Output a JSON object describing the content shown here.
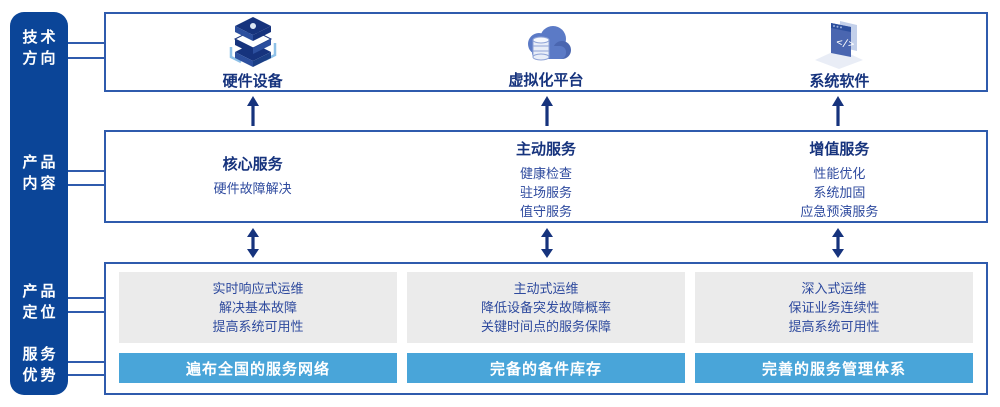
{
  "colors": {
    "sidebar_bg": "#0b4598",
    "box_border": "#2f5bad",
    "title_navy": "#16337d",
    "body_navy": "#2e4a9e",
    "panel_gray": "#ebebeb",
    "banner_blue": "#49a5d9",
    "icon_light_blue": "#8fc1e8"
  },
  "sidebar": {
    "items": [
      {
        "lines": [
          "技术",
          "方向"
        ]
      },
      {
        "lines": [
          "产品",
          "内容"
        ]
      },
      {
        "lines": [
          "产品",
          "定位"
        ]
      },
      {
        "lines": [
          "服务",
          "优势"
        ]
      }
    ]
  },
  "tech": {
    "items": [
      {
        "icon": "server-stack-icon",
        "label": "硬件设备"
      },
      {
        "icon": "cloud-database-icon",
        "label": "虚拟化平台"
      },
      {
        "icon": "code-window-icon",
        "label": "系统软件"
      }
    ]
  },
  "content": {
    "columns": [
      {
        "title": "核心服务",
        "items": [
          "硬件故障解决"
        ]
      },
      {
        "title": "主动服务",
        "items": [
          "健康检查",
          "驻场服务",
          "值守服务"
        ]
      },
      {
        "title": "增值服务",
        "items": [
          "性能优化",
          "系统加固",
          "应急预演服务"
        ]
      }
    ]
  },
  "position": {
    "columns": [
      {
        "lines": [
          "实时响应式运维",
          "解决基本故障",
          "提高系统可用性"
        ],
        "banner": "遍布全国的服务网络"
      },
      {
        "lines": [
          "主动式运维",
          "降低设备突发故障概率",
          "关键时间点的服务保障"
        ],
        "banner": "完备的备件库存"
      },
      {
        "lines": [
          "深入式运维",
          "保证业务连续性",
          "提高系统可用性"
        ],
        "banner": "完善的服务管理体系"
      }
    ]
  }
}
